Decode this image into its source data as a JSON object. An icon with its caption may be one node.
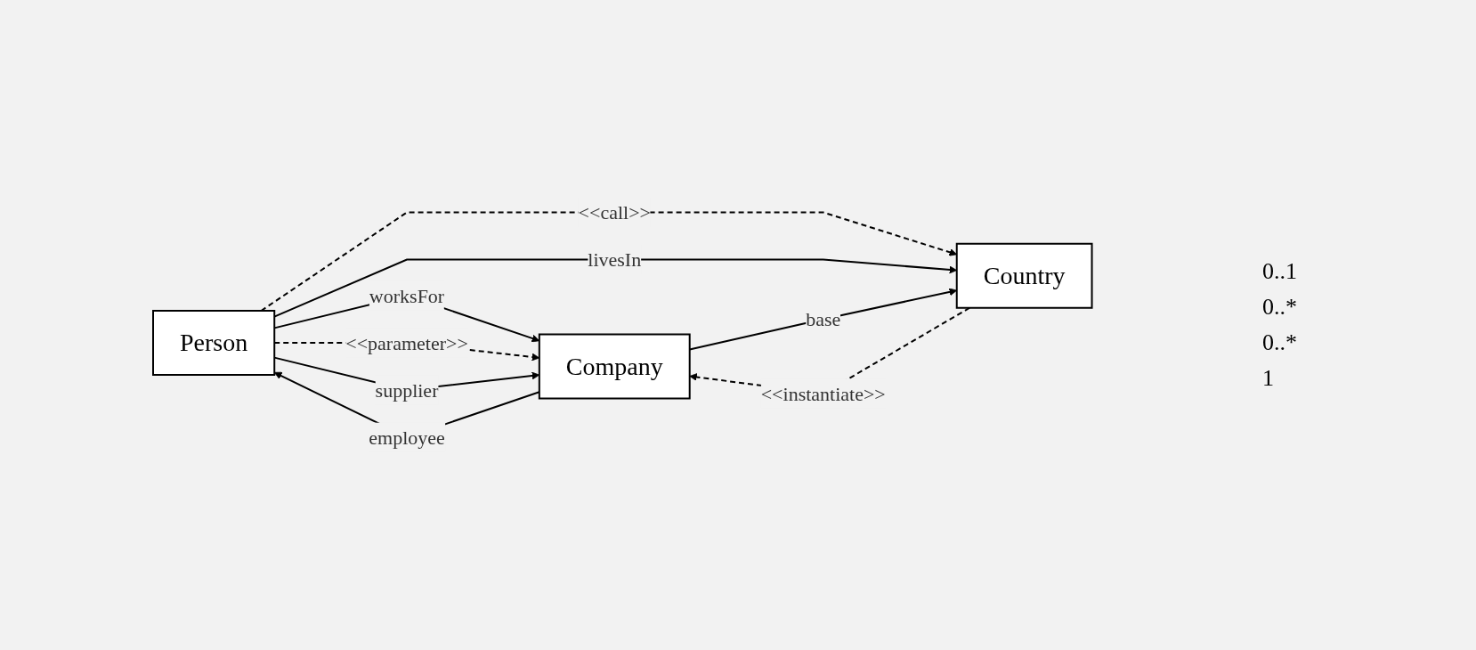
{
  "diagram": {
    "nodes": [
      {
        "text": [
          "Person"
        ]
      },
      {
        "text": [
          "Company"
        ]
      },
      {
        "text": [
          "Country"
        ]
      }
    ],
    "edges": [
      {
        "from": 0,
        "to": 1,
        "arrow": "to",
        "label": "worksFor"
      },
      {
        "from": 0,
        "to": 1,
        "arrow": "to",
        "label": "<<parameter>>",
        "style": "dashed"
      },
      {
        "from": 0,
        "to": 1,
        "arrow": "to",
        "label": "supplier"
      },
      {
        "from": 1,
        "to": 0,
        "arrow": "to",
        "label": "employee"
      },
      {
        "from": 0,
        "to": 2,
        "arrow": "to",
        "label": "<<call>>",
        "style": "dashed"
      },
      {
        "from": 2,
        "to": 1,
        "arrow": "to",
        "label": "<<instantiate>>",
        "style": "dashed"
      },
      {
        "from": 0,
        "to": 2,
        "arrow": "to",
        "label": "livesIn"
      },
      {
        "from": 1,
        "to": 2,
        "arrow": "to",
        "label": "base"
      }
    ],
    "labels": [
      "0..1",
      "0..*",
      "0..*",
      "1"
    ]
  }
}
